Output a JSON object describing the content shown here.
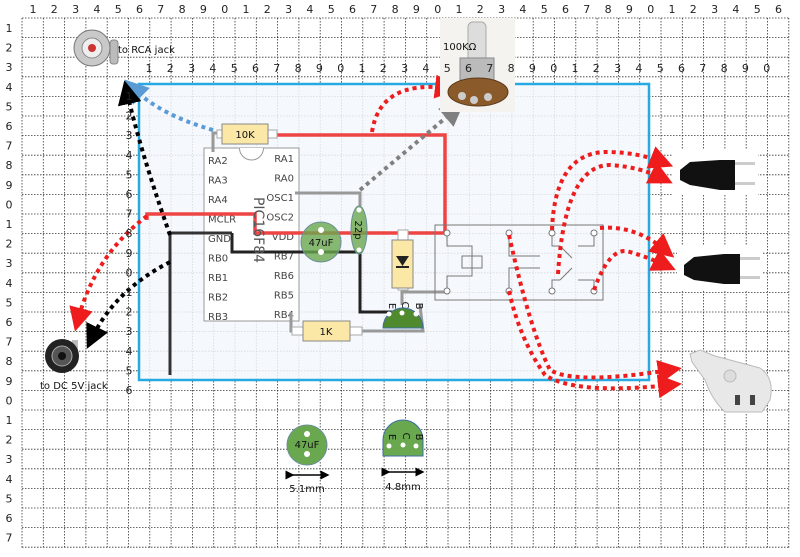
{
  "rulers": {
    "outer_top": [
      "1",
      "2",
      "3",
      "4",
      "5",
      "6",
      "7",
      "8",
      "9",
      "0",
      "1",
      "2",
      "3",
      "4",
      "5",
      "6",
      "7",
      "8",
      "9",
      "0",
      "1",
      "2",
      "3",
      "4",
      "5",
      "6",
      "7",
      "8",
      "9",
      "0",
      "1",
      "2",
      "3",
      "4",
      "5",
      "6"
    ],
    "outer_left": [
      "1",
      "2",
      "3",
      "4",
      "5",
      "6",
      "7",
      "8",
      "9",
      "0",
      "1",
      "2",
      "3",
      "4",
      "5",
      "6",
      "7",
      "8",
      "9",
      "0",
      "1",
      "2",
      "3",
      "4",
      "5",
      "6",
      "7"
    ],
    "inner_top": [
      "1",
      "2",
      "3",
      "4",
      "5",
      "6",
      "7",
      "8",
      "9",
      "0",
      "1",
      "2",
      "3",
      "4",
      "5",
      "6",
      "7",
      "8",
      "9",
      "0",
      "1",
      "2",
      "3",
      "4",
      "5",
      "6",
      "7",
      "8",
      "9",
      "0"
    ],
    "inner_left": [
      "1",
      "2",
      "3",
      "4",
      "5",
      "6",
      "7",
      "8",
      "9",
      "0",
      "1",
      "2",
      "3",
      "4",
      "5",
      "6"
    ]
  },
  "labels": {
    "rca_jack": "to RCA jack",
    "dc_jack": "to DC 5V jack",
    "potentiometer": "100KΩ"
  },
  "chip": {
    "name": "PIC16F84",
    "left_pins": [
      "RA2",
      "RA3",
      "RA4",
      "MCLR",
      "GND",
      "RB0",
      "RB1",
      "RB2",
      "RB3"
    ],
    "right_pins": [
      "RA1",
      "RA0",
      "OSC1",
      "OSC2",
      "VDD",
      "RB7",
      "RB6",
      "RB5",
      "RB4"
    ]
  },
  "components": {
    "resistor_10k": "10K",
    "resistor_1k": "1K",
    "capacitor_47uf": "47uF",
    "capacitor_22p": "22p",
    "transistor_pins": [
      "E",
      "C",
      "B"
    ]
  },
  "footprints": {
    "capacitor_label": "47uF",
    "capacitor_size": "5.1mm",
    "transistor_pins": [
      "E",
      "C",
      "B"
    ],
    "transistor_size": "4.8mm"
  },
  "colors": {
    "board_border": "#27a9e1",
    "board_fill": "#f3f7fc",
    "power_wire": "#ef4444",
    "ground_wire": "#333333",
    "signal_wire": "#8c8c8c",
    "component_green": "#6aa84f",
    "resistor_body": "#fbe8a6"
  }
}
